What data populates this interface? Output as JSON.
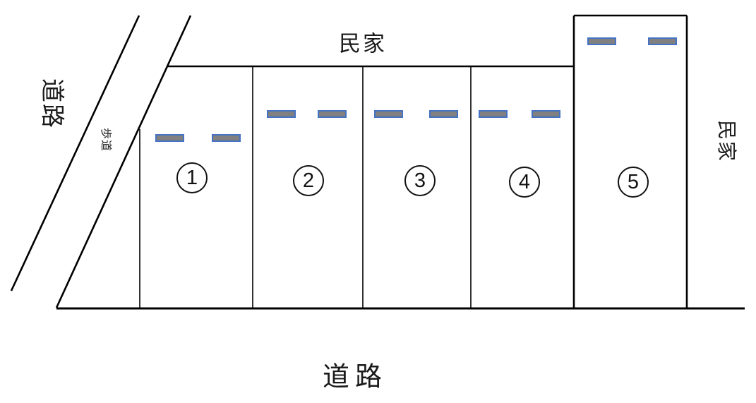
{
  "diagram": {
    "labels": {
      "road_left": "道路",
      "sidewalk": "歩道",
      "house_top": "民家",
      "house_right": "民家",
      "road_bottom": "道路"
    },
    "spaces": [
      {
        "number": "1"
      },
      {
        "number": "2"
      },
      {
        "number": "3"
      },
      {
        "number": "4"
      },
      {
        "number": "5"
      }
    ],
    "wheel_stops_per_space": 2,
    "colors": {
      "line": "#000000",
      "wheel_stop_fill": "#808080",
      "wheel_stop_border": "#4472c4",
      "background": "#ffffff"
    }
  }
}
